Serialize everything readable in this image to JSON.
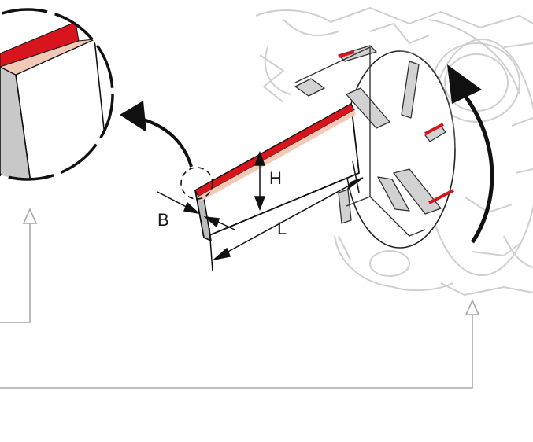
{
  "labels": {
    "height": "H",
    "width": "B",
    "length": "L"
  },
  "colors": {
    "edge_red": "#d8141c",
    "edge_light": "#f2c9b6",
    "blade_gray": "#c8c8c8",
    "ghost_line": "#c8c8c8",
    "callout_line": "#a0a0a0",
    "ink": "#111111"
  }
}
